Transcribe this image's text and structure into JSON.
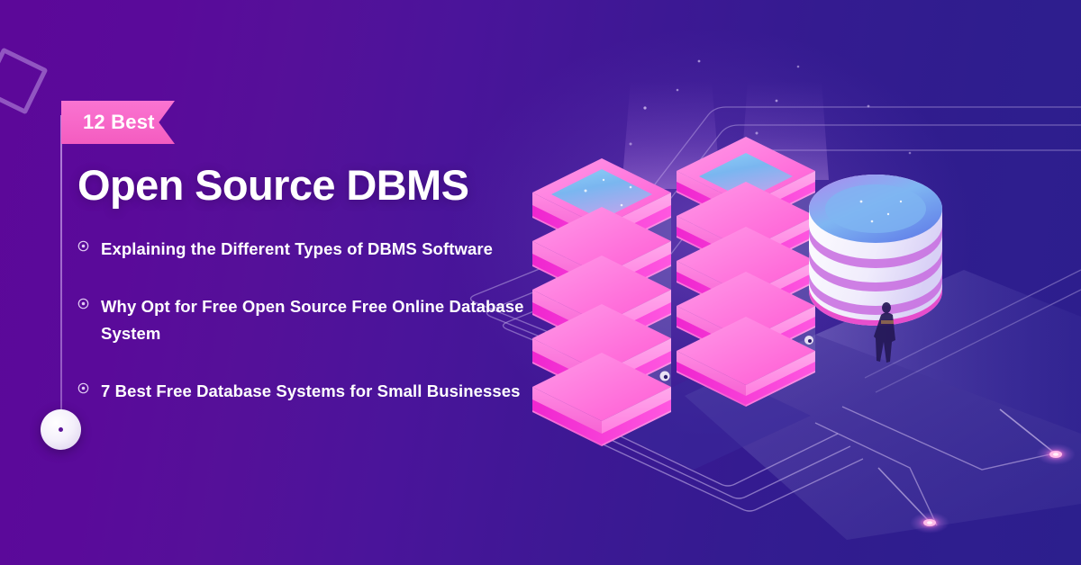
{
  "banner": {
    "badge": {
      "label": "12 Best"
    },
    "headline": "Open Source DBMS",
    "bullets": [
      {
        "icon": "record-circle-icon",
        "text": "Explaining the Different Types of DBMS Software"
      },
      {
        "icon": "record-circle-icon",
        "text": "Why Opt for Free Open Source Free Online Database System"
      },
      {
        "icon": "record-circle-icon",
        "text": "7 Best Free Database Systems for Small Businesses"
      }
    ],
    "decor": {
      "diamond": "rotated-square-outline",
      "rail_dot": "timeline-end-dot",
      "illustration": "isometric-server-racks-and-database-cylinder",
      "figure": "person-silhouette",
      "nodes": [
        "glow-node-right",
        "glow-node-bottom"
      ]
    },
    "colors": {
      "bg_left": "#5c0899",
      "bg_right": "#2c1f8d",
      "ribbon_pink": "#f765c8",
      "server_pink": "#ff6fe0",
      "server_magenta": "#e81fc8",
      "screen_blue": "#6fb7f2",
      "text_white": "#ffffff",
      "rail_purple": "#d0aaee"
    }
  }
}
